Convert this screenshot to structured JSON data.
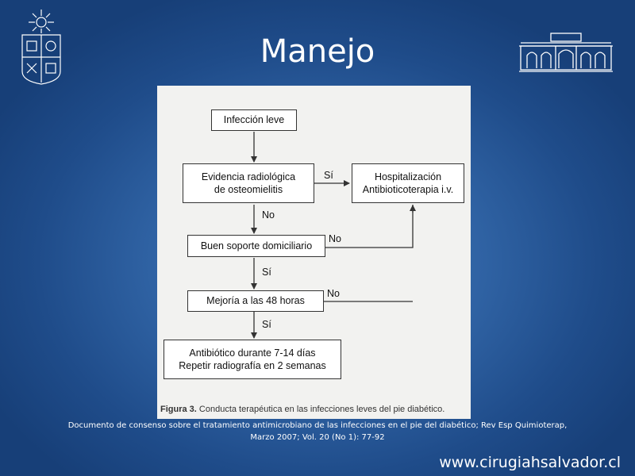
{
  "slide": {
    "title": "Manejo",
    "reference": "Documento de consenso sobre el tratamiento antimicrobiano de las infecciones en el pie del diabético; Rev Esp Quimioterap, Marzo 2007; Vol. 20 (No 1): 77-92",
    "website": "www.cirugiahsalvador.cl",
    "background_color": "#2f62a3",
    "left_logo_icon": "university-crest-icon",
    "right_logo_icon": "hospital-building-icon"
  },
  "figure": {
    "caption_label": "Figura 3.",
    "caption_text": " Conducta terapéutica en las infecciones leves del pie diabético.",
    "nodes": {
      "infeccion_leve": "Infección leve",
      "evidencia_line1": "Evidencia radiológica",
      "evidencia_line2": "de osteomielitis",
      "hospitalizacion_line1": "Hospitalización",
      "hospitalizacion_line2": "Antibioticoterapia i.v.",
      "soporte": "Buen soporte domiciliario",
      "mejoria": "Mejoría a las 48 horas",
      "antibiotico_line1": "Antibiótico durante 7-14 días",
      "antibiotico_line2": "Repetir radiografía en 2 semanas"
    },
    "edge_labels": {
      "evidencia_to_hosp": "Sí",
      "evidencia_to_soporte": "No",
      "soporte_to_hosp": "No",
      "soporte_to_mejoria": "Sí",
      "mejoria_to_hosp": "No",
      "mejoria_to_antibiotico": "Sí"
    }
  }
}
